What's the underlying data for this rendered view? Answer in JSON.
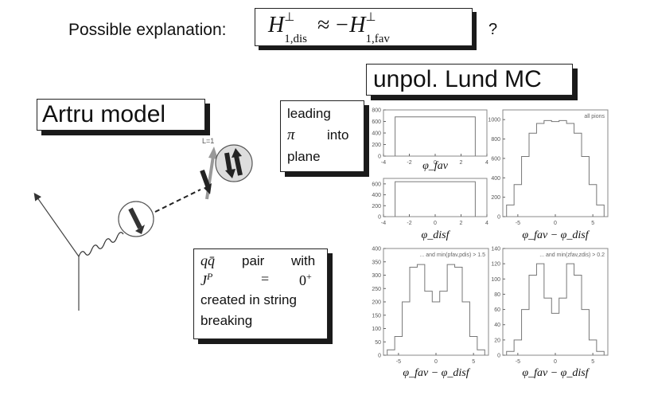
{
  "header": {
    "prefix": "Possible explanation:",
    "formula_parts": [
      "H",
      "⊥",
      "1,dis",
      "≈",
      "−H",
      "⊥",
      "1,fav"
    ],
    "question": "?"
  },
  "lund_title": "unpol. Lund MC",
  "artru_title": "Artru model",
  "leading_box": {
    "line1": "leading",
    "line2_a": "π",
    "line2_b": "into",
    "line3": "plane"
  },
  "pair_box": {
    "line1": [
      "qq̄",
      "pair",
      "with"
    ],
    "line2": [
      "J",
      "P",
      "=",
      "0",
      "+"
    ],
    "line3": "created in string",
    "line4": "breaking"
  },
  "diagram": {
    "lvalue": "L=1"
  },
  "chart_data": [
    {
      "type": "bar",
      "xlabel": "φ_fav",
      "xticks": [
        "-4",
        "-2",
        "0",
        "2",
        "4"
      ],
      "yticks": [
        "0",
        "200",
        "400",
        "600",
        "800"
      ],
      "xlim": [
        -4,
        4
      ],
      "ylim": [
        0,
        800
      ],
      "x": [
        -3.1,
        3.1
      ],
      "values": [
        680
      ]
    },
    {
      "type": "bar",
      "xlabel": "φ_disf",
      "xticks": [
        "-4",
        "-2",
        "0",
        "2",
        "4"
      ],
      "yticks": [
        "0",
        "200",
        "400",
        "600"
      ],
      "xlim": [
        -4,
        4
      ],
      "ylim": [
        0,
        700
      ],
      "x": [
        -3.1,
        3.1
      ],
      "values": [
        640
      ]
    },
    {
      "type": "bar",
      "annotation": "all pions",
      "xlabel": "φ_fav − φ_disf",
      "xticks": [
        "-5",
        "0",
        "5"
      ],
      "yticks": [
        "0",
        "200",
        "400",
        "600",
        "800",
        "1000"
      ],
      "xlim": [
        -7,
        7
      ],
      "ylim": [
        0,
        1100
      ],
      "x": [
        -6,
        -5,
        -4,
        -3,
        -2,
        -1,
        0,
        1,
        2,
        3,
        4,
        5,
        6
      ],
      "values": [
        120,
        330,
        620,
        860,
        960,
        990,
        980,
        990,
        960,
        860,
        620,
        330,
        120
      ]
    },
    {
      "type": "bar",
      "annotation": "... and min(pfav,pdis) > 1.5",
      "xlabel": "φ_fav − φ_disf",
      "xticks": [
        "-5",
        "0",
        "5"
      ],
      "yticks": [
        "0",
        "50",
        "100",
        "150",
        "200",
        "250",
        "300",
        "350",
        "400"
      ],
      "xlim": [
        -7,
        7
      ],
      "ylim": [
        0,
        400
      ],
      "x": [
        -6,
        -5,
        -4,
        -3,
        -2,
        -1,
        0,
        1,
        2,
        3,
        4,
        5,
        6
      ],
      "values": [
        20,
        70,
        200,
        330,
        340,
        240,
        200,
        240,
        340,
        330,
        200,
        70,
        20
      ]
    },
    {
      "type": "bar",
      "annotation": "... and min(zfav,zdis) > 0.2",
      "xlabel": "φ_fav − φ_disf",
      "xticks": [
        "-5",
        "0",
        "5"
      ],
      "yticks": [
        "0",
        "20",
        "40",
        "60",
        "80",
        "100",
        "120",
        "140"
      ],
      "xlim": [
        -7,
        7
      ],
      "ylim": [
        0,
        140
      ],
      "x": [
        -6,
        -5,
        -4,
        -3,
        -2,
        -1,
        0,
        1,
        2,
        3,
        4,
        5,
        6
      ],
      "values": [
        5,
        20,
        60,
        105,
        120,
        75,
        55,
        75,
        120,
        105,
        60,
        20,
        5
      ]
    }
  ]
}
